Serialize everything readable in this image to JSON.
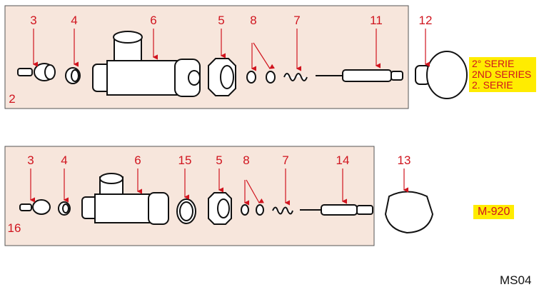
{
  "rows": [
    {
      "row_number": "2",
      "callouts": [
        "3",
        "4",
        "6",
        "5",
        "8",
        "7",
        "11",
        "12"
      ],
      "series_lines": [
        "2° SERIE",
        "2ND SERIES",
        "2. SERIE"
      ]
    },
    {
      "row_number": "16",
      "callouts": [
        "3",
        "4",
        "6",
        "15",
        "5",
        "8",
        "7",
        "14",
        "13"
      ],
      "model": "M-920"
    }
  ],
  "code": "MS04",
  "colors": {
    "panel": "#f7e6dc",
    "callout": "#d0141e",
    "tag": "#ffec00"
  }
}
